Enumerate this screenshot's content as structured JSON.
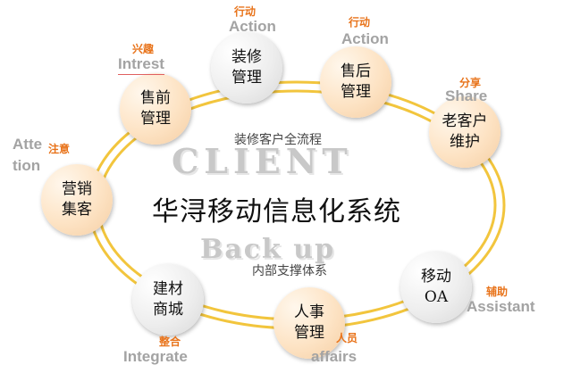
{
  "center": {
    "title": "华浔移动信息化系统",
    "flow_label": "装修客户全流程",
    "client_word": "CLIENT",
    "support_label": "内部支撑体系",
    "backup_word": "Back up"
  },
  "nodes": [
    {
      "id": "marketing",
      "label": "营销\n集客",
      "stage_cn": "注意",
      "stage_en": "Atte\ntion"
    },
    {
      "id": "presales",
      "label": "售前\n管理",
      "stage_cn": "兴趣",
      "stage_en": "Intrest"
    },
    {
      "id": "renovation",
      "label": "装修\n管理",
      "stage_cn": "行动",
      "stage_en": "Action"
    },
    {
      "id": "aftersales",
      "label": "售后\n管理",
      "stage_cn": "行动",
      "stage_en": "Action"
    },
    {
      "id": "oldcustomer",
      "label": "老客户\n维护",
      "stage_cn": "分享",
      "stage_en": "Share"
    },
    {
      "id": "oa",
      "label": "移动\nOA",
      "stage_cn": "辅助",
      "stage_en": "Assistant"
    },
    {
      "id": "hr",
      "label": "人事\n管理",
      "stage_cn": "人员",
      "stage_en": "affairs"
    },
    {
      "id": "materials",
      "label": "建材\n商城",
      "stage_cn": "整合",
      "stage_en": "Integrate"
    }
  ],
  "colors": {
    "ring": "#f2c53d",
    "stage_cn": "#e8731a",
    "stage_en": "#a3a3a3"
  }
}
